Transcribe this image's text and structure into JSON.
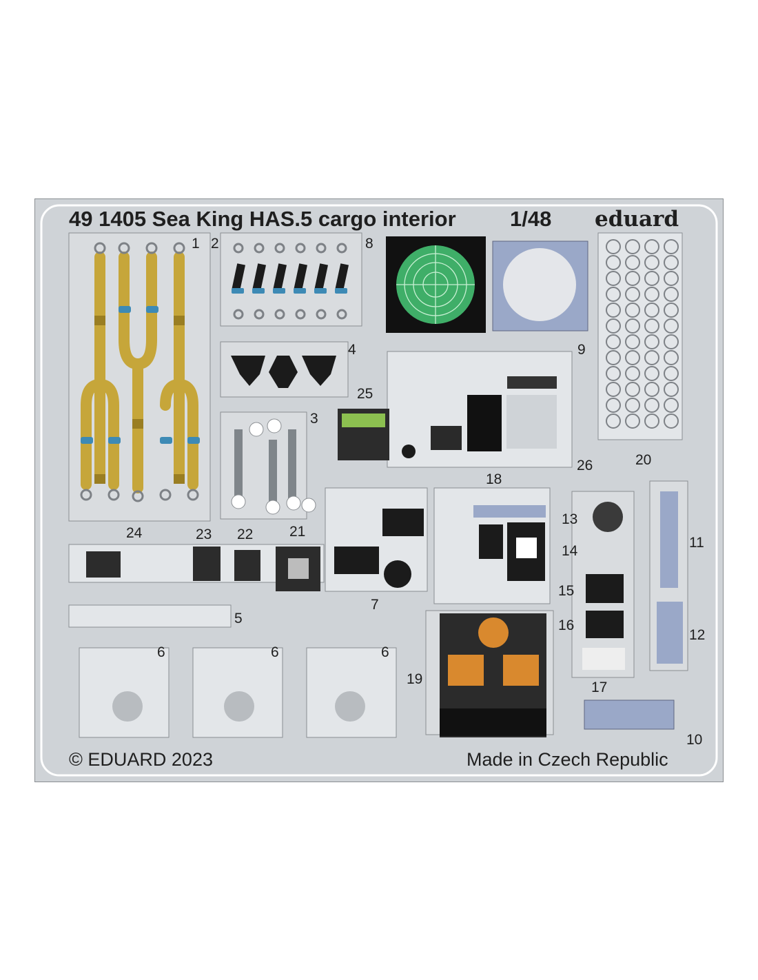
{
  "sheet": {
    "title": "49 1405 Sea King HAS.5 cargo interior",
    "scale": "1/48",
    "brand": "eduard",
    "copyright": "© EDUARD 2023",
    "origin": "Made in Czech Republic"
  },
  "part_numbers": [
    "1",
    "2",
    "3",
    "4",
    "5",
    "6",
    "7",
    "8",
    "9",
    "10",
    "11",
    "12",
    "13",
    "14",
    "15",
    "16",
    "17",
    "18",
    "19",
    "20",
    "21",
    "22",
    "23",
    "24",
    "25",
    "26"
  ],
  "colors": {
    "fret": "#cfd3d7",
    "fret_edge": "#8a8e92",
    "part": "#e3e6e9",
    "strap": "#c6a63a",
    "buckle": "#3d8ab5",
    "panel_black": "#1b1b1b",
    "radar_green": "#3fae68",
    "instrument_blue": "#9aa8c8",
    "amber_screen": "#d9892e"
  },
  "icons": [
    "brand-logo-text",
    "radar-scope-icon",
    "dial-icon"
  ]
}
